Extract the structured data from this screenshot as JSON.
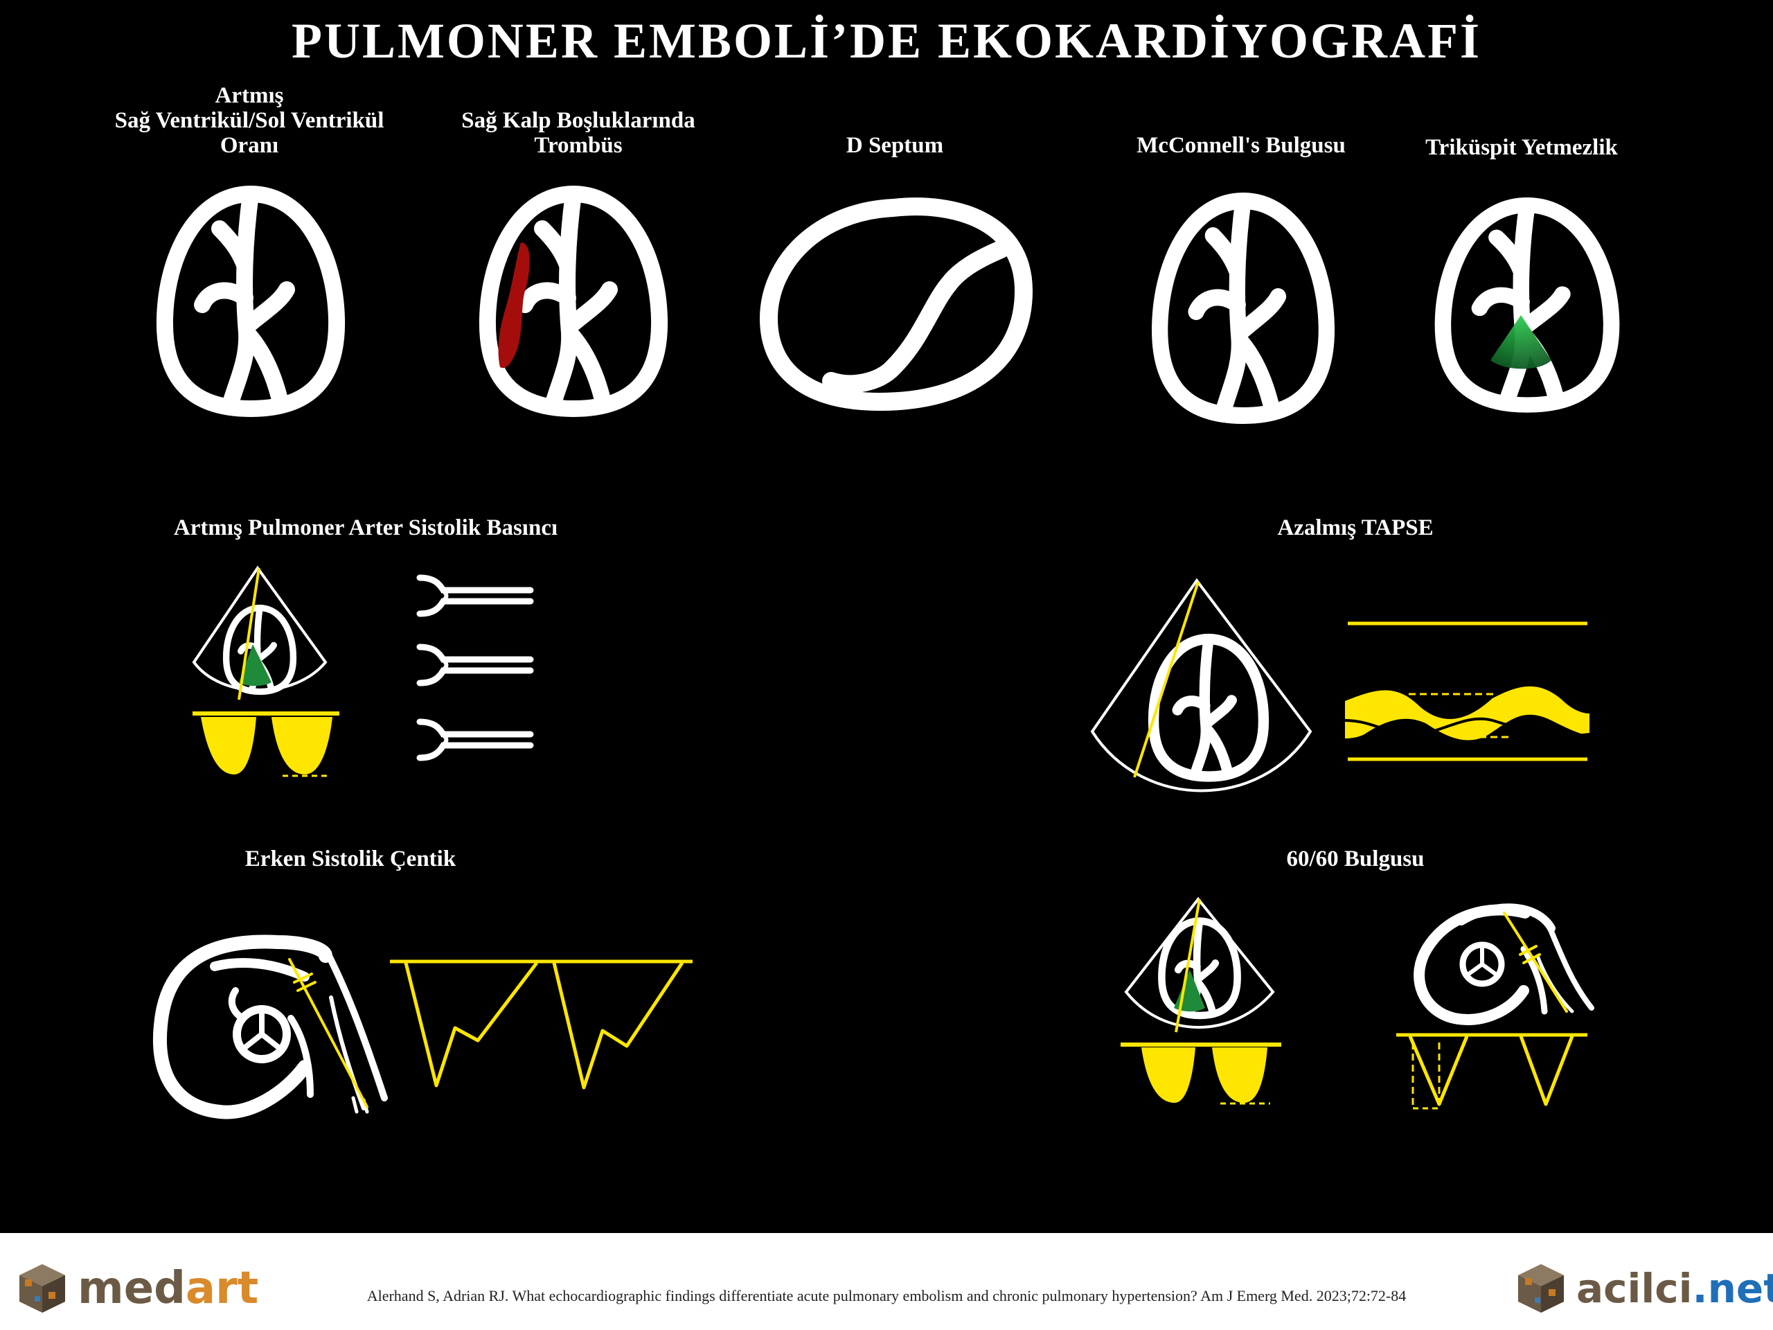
{
  "title": "PULMONER EMBOLİ’DE EKOKARDİYOGRAFİ",
  "panels": {
    "rv_lv": {
      "line1": "Artmış",
      "line2": "Sağ Ventrikül/Sol Ventrikül",
      "line3": "Oranı"
    },
    "thrombus": {
      "line1": "Sağ Kalp Boşluklarında",
      "line2": "Trombüs"
    },
    "d_septum": "D Septum",
    "mcconnell": "McConnell's Bulgusu",
    "tricuspid": "Triküspit Yetmezlik",
    "pasp": "Artmış Pulmoner Arter Sistolik Basıncı",
    "tapse": "Azalmış TAPSE",
    "notch": "Erken Sistolik Çentik",
    "sixty": "60/60 Bulgusu"
  },
  "colors": {
    "background": "#000000",
    "outline": "#ffffff",
    "doppler": "#ffe600",
    "thrombus": "#a50d0d",
    "regurgitation": "#1f8a3a",
    "medart_text": "#d98a2b",
    "acilci_text": "#1f6fb8"
  },
  "footer": {
    "medart_logo": {
      "prefix": "med",
      "suffix": "art"
    },
    "acilci_logo": {
      "prefix": "acilci",
      "suffix": ".net"
    },
    "citation": "Alerhand S, Adrian RJ. What echocardiographic findings differentiate acute pulmonary embolism and chronic pulmonary hypertension? Am J Emerg Med. 2023;72:72-84"
  }
}
